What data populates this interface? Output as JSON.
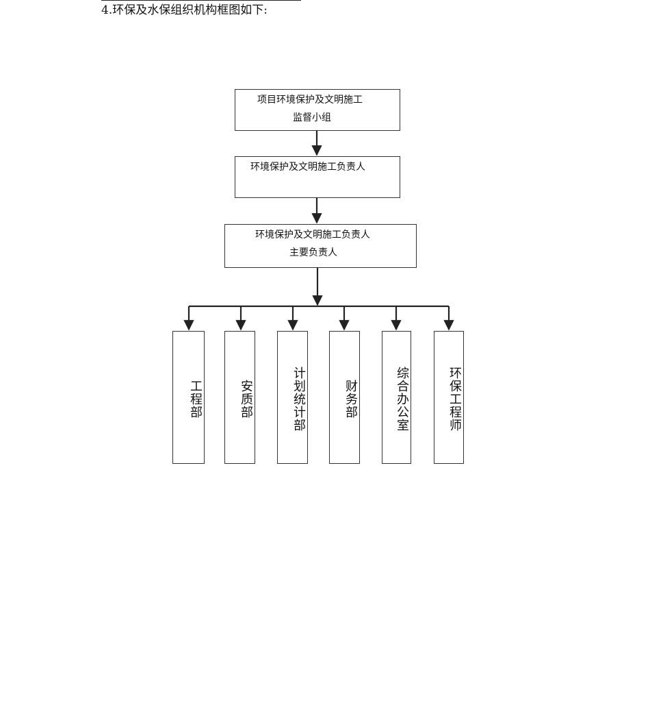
{
  "heading": "4.环保及水保组织机构框图如下:",
  "org_chart": {
    "level1": {
      "line1": "项目环境保护及文明施工",
      "line2": "监督小组"
    },
    "level2": {
      "line1": "环境保护及文明施工负责人"
    },
    "level3": {
      "line1": "环境保护及文明施工负责人",
      "line2": "主要负责人"
    },
    "departments": [
      "工程部",
      "安质部",
      "计划统计部",
      "财务部",
      "综合办公室",
      "环保工程师"
    ]
  }
}
